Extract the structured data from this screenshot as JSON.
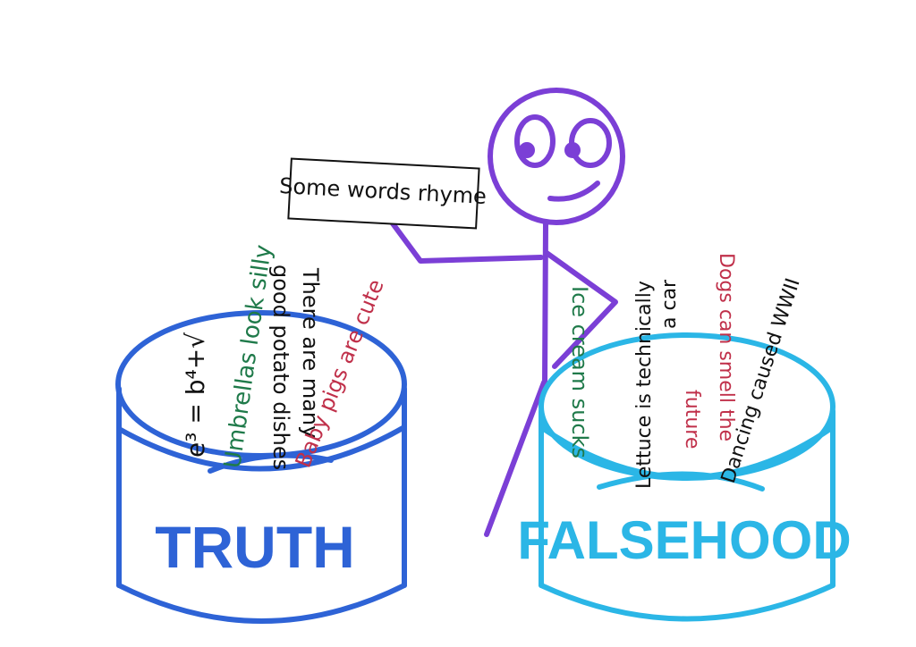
{
  "sign": {
    "text": "Some words rhyme"
  },
  "truth_bin": {
    "label": "TRUTH",
    "color": "#2e63d6",
    "items": [
      {
        "text": "e³ = b⁴+√",
        "color": "#111111"
      },
      {
        "text": "Umbrellas look silly",
        "color": "#1f7a4a"
      },
      {
        "text": "There are many",
        "color": "#111111"
      },
      {
        "text": "good potato dishes",
        "color": "#111111"
      },
      {
        "text": "Baby pigs are cute",
        "color": "#c0304a"
      }
    ]
  },
  "falsehood_bin": {
    "label": "FALSEHOOD",
    "color": "#2bb6e6",
    "items": [
      {
        "text": "Ice cream sucks",
        "color": "#1f7a4a"
      },
      {
        "text": "Lettuce is technically",
        "color": "#111111"
      },
      {
        "text": "a car",
        "color": "#111111"
      },
      {
        "text": "Dogs can smell the",
        "color": "#c0304a"
      },
      {
        "text": "future",
        "color": "#c0304a"
      },
      {
        "text": "Dancing caused WWII",
        "color": "#111111"
      }
    ]
  },
  "figure": {
    "color": "#7b3fd6"
  }
}
